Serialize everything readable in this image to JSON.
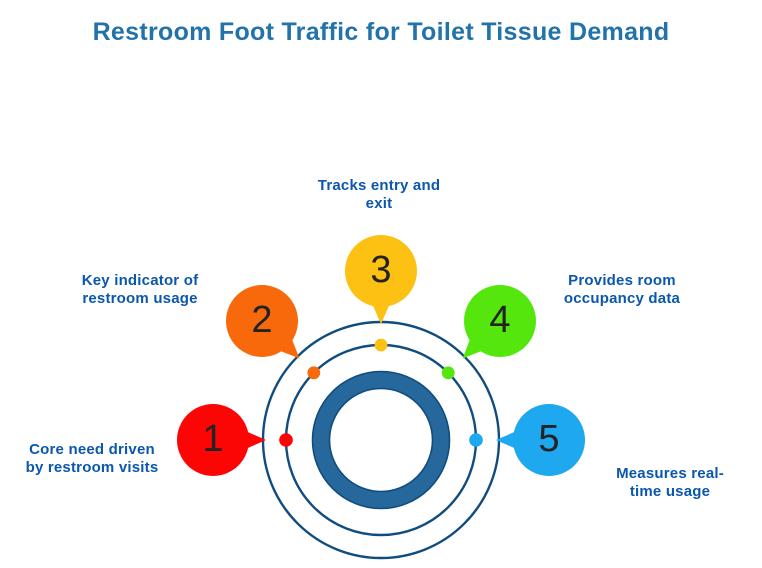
{
  "title": {
    "text": "Restroom Foot Traffic for Toilet Tissue Demand"
  },
  "theme": {
    "title_color": "#2273A9",
    "label_color": "#0B57AD",
    "number_color": "#232323",
    "stroke_color": "#114C7E",
    "ring_fill": "#26689B",
    "background": "#FFFFFF"
  },
  "diagram": {
    "steps": [
      {
        "number": "1",
        "color": "#FB0505",
        "label": "Core need driven by restroom visits",
        "label_lines": [
          "Core need driven",
          "by restroom visits"
        ]
      },
      {
        "number": "2",
        "color": "#F8690B",
        "label": "Key indicator of restroom usage",
        "label_lines": [
          "Key indicator of",
          "restroom usage"
        ]
      },
      {
        "number": "3",
        "color": "#FCC113",
        "label": "Tracks entry and exit",
        "label_lines": [
          "Tracks entry and",
          "exit"
        ]
      },
      {
        "number": "4",
        "color": "#55E60D",
        "label": "Provides room occupancy data",
        "label_lines": [
          "Provides room",
          "occupancy data"
        ]
      },
      {
        "number": "5",
        "color": "#1EA8F0",
        "label": "Measures real-time usage",
        "label_lines": [
          "Measures real-",
          "time usage"
        ]
      }
    ]
  }
}
